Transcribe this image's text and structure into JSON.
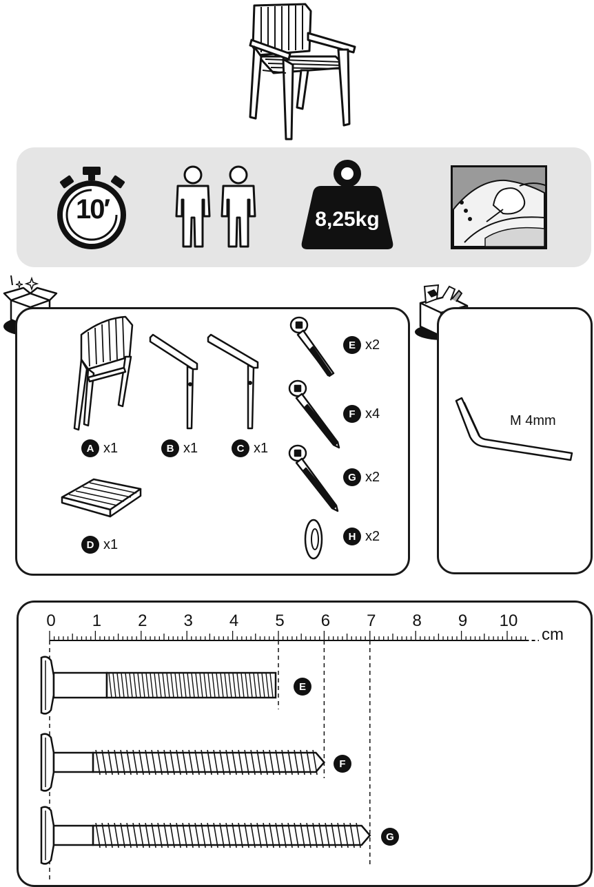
{
  "info": {
    "time": "10′",
    "weight": "8,25kg"
  },
  "parts": [
    {
      "letter": "A",
      "qty": "x1"
    },
    {
      "letter": "B",
      "qty": "x1"
    },
    {
      "letter": "C",
      "qty": "x1"
    },
    {
      "letter": "D",
      "qty": "x1"
    },
    {
      "letter": "E",
      "qty": "x2"
    },
    {
      "letter": "F",
      "qty": "x4"
    },
    {
      "letter": "G",
      "qty": "x2"
    },
    {
      "letter": "H",
      "qty": "x2"
    }
  ],
  "tool": {
    "label": "M 4mm"
  },
  "ruler": {
    "numbers": [
      "0",
      "1",
      "2",
      "3",
      "4",
      "5",
      "6",
      "7",
      "8",
      "9",
      "10"
    ],
    "unit": "cm",
    "screws": [
      {
        "letter": "E",
        "length_cm": 5
      },
      {
        "letter": "F",
        "length_cm": 6
      },
      {
        "letter": "G",
        "length_cm": 7
      }
    ]
  }
}
